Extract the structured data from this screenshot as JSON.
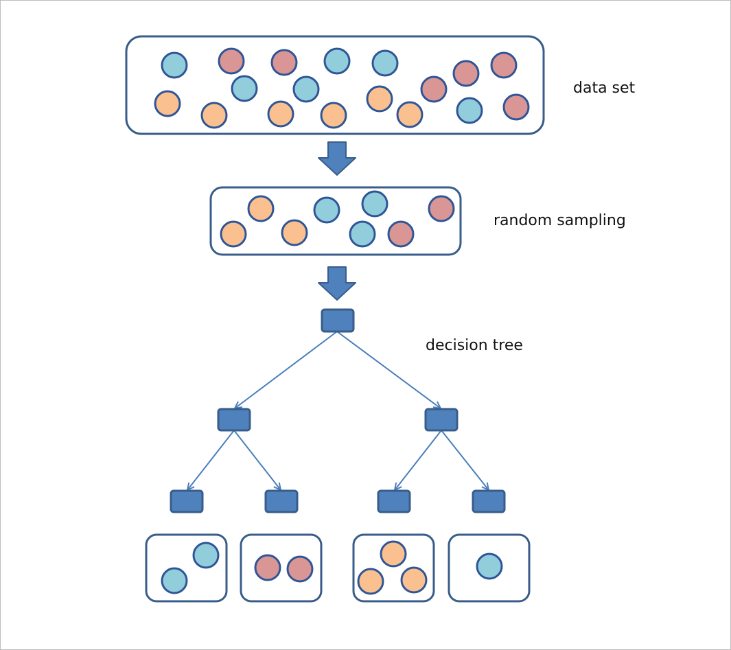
{
  "labels": {
    "data_set": "data set",
    "random_sampling": "random sampling",
    "decision_tree": "decision tree"
  },
  "colors": {
    "blue": "#92cddc",
    "red": "#d99694",
    "orange": "#fac090",
    "stroke": "#2f5597",
    "node_fill": "#4f81bd",
    "node_stroke": "#385d8a",
    "box_stroke": "#385d8a",
    "edge": "#4a7ebb"
  },
  "data_set": {
    "points": [
      "blue",
      "red",
      "red",
      "blue",
      "blue",
      "red",
      "red",
      "orange",
      "orange",
      "blue",
      "blue",
      "orange",
      "orange",
      "orange",
      "orange",
      "red",
      "blue",
      "red"
    ]
  },
  "random_sampling": {
    "points": [
      "orange",
      "blue",
      "blue",
      "red",
      "orange",
      "orange",
      "blue",
      "red"
    ]
  },
  "leaves": [
    {
      "points": [
        "blue",
        "blue"
      ]
    },
    {
      "points": [
        "red",
        "red"
      ]
    },
    {
      "points": [
        "orange",
        "orange",
        "orange"
      ]
    },
    {
      "points": [
        "blue"
      ]
    }
  ]
}
